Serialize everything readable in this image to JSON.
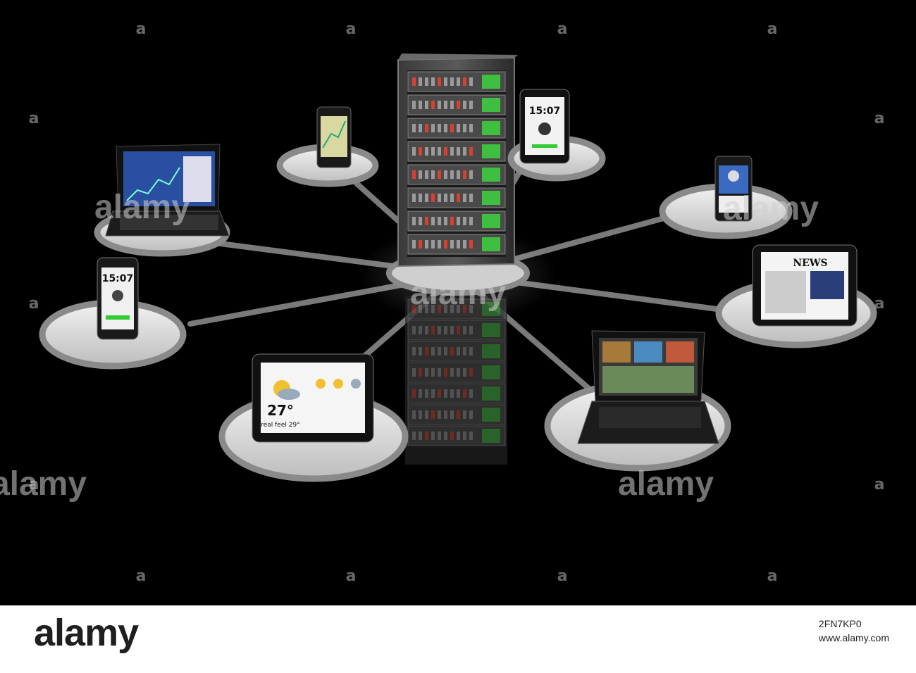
{
  "screens": {
    "phone_top_left_time": "15:07",
    "tablet_top_time": "15:07",
    "weather_temp": "27°",
    "weather_feel": "real feel 29°",
    "news_title": "NEWS"
  },
  "watermarks": {
    "symbol": "a",
    "word": "alamy"
  },
  "footer": {
    "logo": "alamy",
    "image_id": "2FN7KP0",
    "site": "www.alamy.com"
  },
  "colors": {
    "background": "#000000",
    "platform_ring": "#8a8a8a",
    "platform_fill": "#d9d9d9",
    "screen_blue": "#2a4fa0",
    "led_green": "#3fbf3f",
    "led_red": "#d84030"
  }
}
